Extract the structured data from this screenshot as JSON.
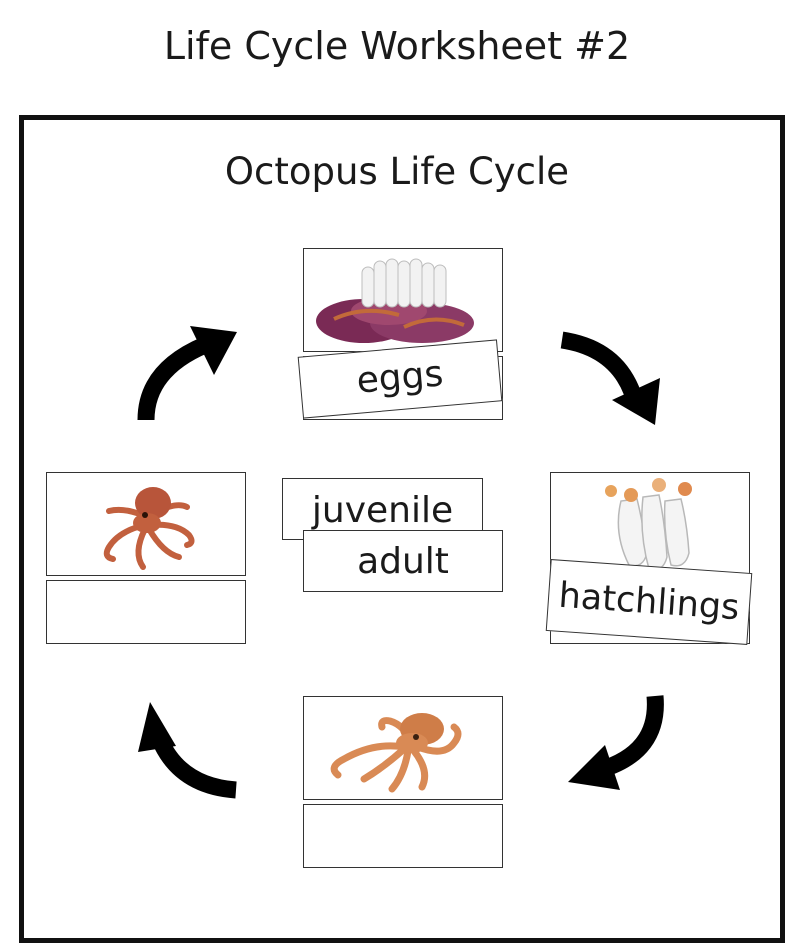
{
  "worksheet": {
    "title": "Life Cycle Worksheet #2",
    "subtitle": "Octopus Life Cycle"
  },
  "cards": {
    "eggs": "eggs",
    "hatchlings": "hatchlings",
    "juvenile": "juvenile",
    "adult": "adult"
  },
  "images": {
    "eggs": "octopus-eggs-figurine",
    "hatchlings": "hatchlings-figurine",
    "juvenile": "juvenile-octopus-figurine",
    "adult": "adult-octopus-figurine"
  },
  "colors": {
    "frame": "#111111",
    "arrow": "#000000",
    "egg_white": "#f2f2f2",
    "rock_purple": "#7a2a55",
    "octopus_orange": "#d98a55",
    "octopus_red": "#c2603e"
  }
}
